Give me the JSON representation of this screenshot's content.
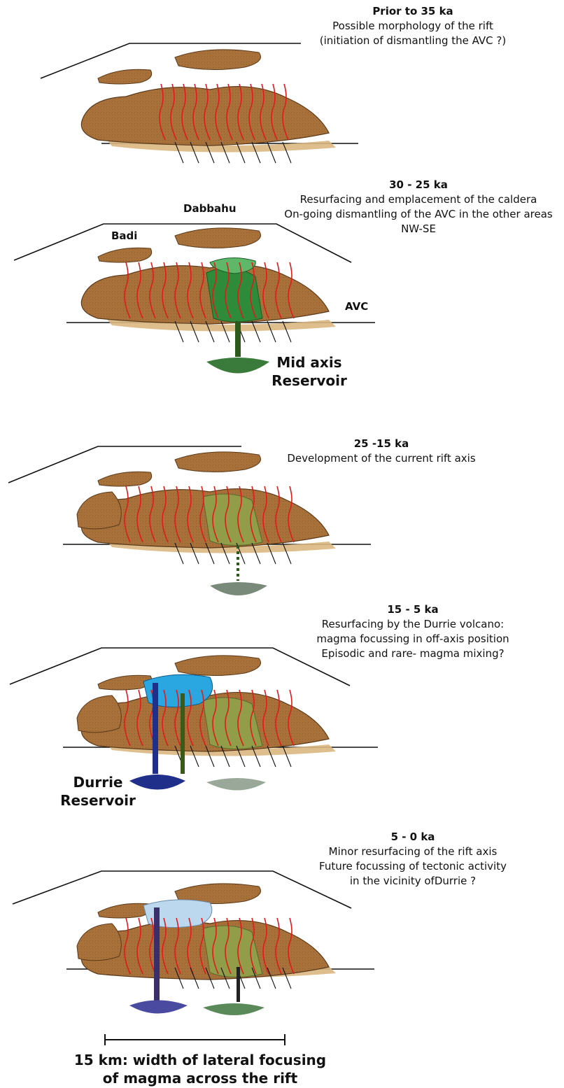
{
  "panels": [
    {
      "title": "Prior to 35 ka",
      "lines": [
        "Possible morphology of the rift",
        "(initiation of dismantling the AVC ?)"
      ]
    },
    {
      "title": "30 - 25 ka",
      "lines": [
        "Resurfacing and emplacement of the caldera",
        "On-going dismantling of the AVC in the other areas",
        "NW-SE"
      ]
    },
    {
      "title": "25 -15 ka",
      "lines": [
        "Development of the current rift axis"
      ]
    },
    {
      "title": "15 - 5 ka",
      "lines": [
        "Resurfacing by the Durrie volcano:",
        "magma focussing in off-axis position",
        "Episodic and rare- magma mixing?"
      ]
    },
    {
      "title": "5 - 0 ka",
      "lines": [
        "Minor resurfacing of the rift axis",
        "Future focussing of tectonic activity",
        "in the vicinity ofDurrie ?"
      ]
    }
  ],
  "labels": {
    "dabbahu": "Dabbahu",
    "badi": "Badi",
    "avc": "AVC",
    "mid_axis_reservoir": [
      "Mid axis",
      "Reservoir"
    ],
    "durrie_reservoir": [
      "Durrie",
      "Reservoir"
    ]
  },
  "scale_bar": {
    "text": [
      "15 km: width of lateral focusing",
      "of magma across the rift"
    ]
  },
  "colors": {
    "block_brown": "#a9713a",
    "tan_base": "#d9b780",
    "fault_red": "#e01b1b",
    "caldera_green": "#2e8b3a",
    "axis_olive": "#8fa24a",
    "durrie_blue": "#2aa7e0",
    "reservoir_navy": "#1f2f8a",
    "reservoir_grey": "#7a8a7a"
  }
}
